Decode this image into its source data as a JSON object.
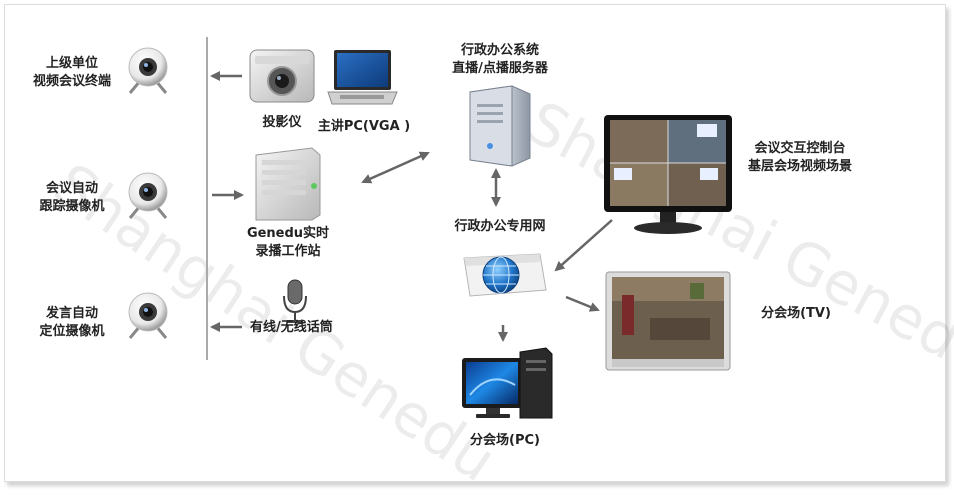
{
  "labels": {
    "superior_terminal": [
      "上级单位",
      "视频会议终端"
    ],
    "tracking_camera": [
      "会议自动",
      "跟踪摄像机"
    ],
    "positioning_camera": [
      "发言自动",
      "定位摄像机"
    ],
    "projector": "投影仪",
    "presenter_pc": "主讲PC(VGA )",
    "recording_station": [
      "Genedu实时",
      "录播工作站"
    ],
    "microphone": "有线/无线话筒",
    "server": [
      "行政办公系统",
      "直播/点播服务器"
    ],
    "network": "行政办公专用网",
    "branch_pc": "分会场(PC)",
    "control_console": [
      "会议交互控制台",
      "基层会场视频场景"
    ],
    "branch_tv": "分会场(TV)"
  },
  "watermark": "Shanghai Genedu",
  "colors": {
    "arrow": "#666666",
    "text": "#222222",
    "divider": "#aaaaaa",
    "globe": "#1f74c9"
  },
  "icons": {
    "webcam": "webcam-icon",
    "projector": "projector-icon",
    "laptop": "laptop-icon",
    "recorder": "recording-station-icon",
    "microphone": "microphone-icon",
    "server": "server-tower-icon",
    "network": "network-globe-icon",
    "desktop": "desktop-pc-icon",
    "monitor": "monitor-icon",
    "tv": "tv-icon"
  }
}
